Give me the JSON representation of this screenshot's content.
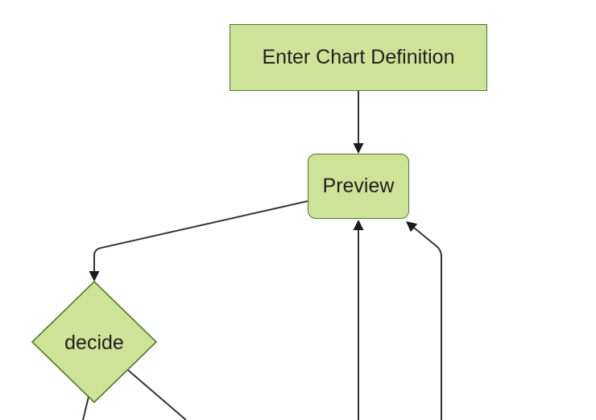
{
  "diagram": {
    "type": "flowchart",
    "background": "#ffffff",
    "colors": {
      "node_fill": "#cde498",
      "node_border": "#4e7a28",
      "edge": "#333333",
      "arrowhead": "#1a1a1a",
      "text": "#1f1f1f"
    },
    "nodes": {
      "enter": {
        "label": "Enter Chart Definition",
        "shape": "rectangle"
      },
      "preview": {
        "label": "Preview",
        "shape": "rounded-rectangle"
      },
      "decide": {
        "label": "decide",
        "shape": "diamond"
      }
    },
    "edges": [
      {
        "from": "enter",
        "to": "preview",
        "arrow": true
      },
      {
        "from": "preview",
        "to": "decide",
        "arrow": true
      },
      {
        "from": "decide",
        "to": "offscreen-bottom-left",
        "arrow": false
      },
      {
        "from": "decide",
        "to": "offscreen-bottom-right",
        "arrow": false
      },
      {
        "from": "offscreen-bottom-center",
        "to": "preview",
        "arrow": true
      },
      {
        "from": "offscreen-bottom-right",
        "to": "preview",
        "arrow": true
      }
    ]
  }
}
